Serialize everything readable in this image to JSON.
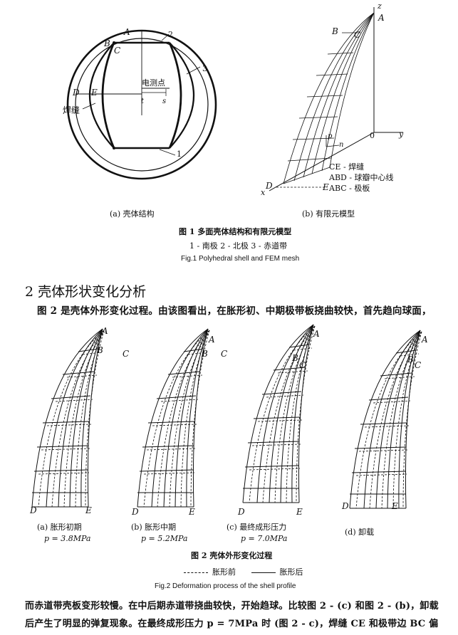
{
  "fig1": {
    "a": {
      "labels": {
        "A": "A",
        "B": "B",
        "C": "C",
        "D": "D",
        "E": "E",
        "n1": "1",
        "n2": "2",
        "n3": "3"
      },
      "measure_point": "电测点",
      "t": "t",
      "s": "s",
      "weld": "焊缝",
      "caption": "(a)  壳体结构"
    },
    "b": {
      "axes": {
        "z": "z",
        "y": "y",
        "x": "x",
        "o": "0",
        "p": "p",
        "n": "n"
      },
      "labels": {
        "A": "A",
        "B": "B",
        "C": "C",
        "D": "D",
        "E": "E"
      },
      "legend": [
        "CE - 焊缝",
        "ABD - 球瓣中心线",
        "ABC - 极板"
      ],
      "caption": "(b)  有限元模型"
    },
    "title_cn": "图 1   多面壳体结构和有限元模型",
    "parts_cn": "1 - 南极    2 - 北极    3 - 赤道带",
    "title_en": "Fig.1  Polyhedral shell and FEM mesh"
  },
  "section": {
    "heading": "2    壳体形状变化分析",
    "para1": "图 2 是壳体外形变化过程。由该图看出，在胀形初、中期极带板挠曲较快，首先趋向球面，"
  },
  "fig2": {
    "panels": [
      {
        "caption": "(a) 胀形初期",
        "pressure": "p = 3.8MPa"
      },
      {
        "caption": "(b) 胀形中期",
        "pressure": "p = 5.2MPa"
      },
      {
        "caption": "(c) 最终成形压力",
        "pressure": "p = 7.0MPa"
      },
      {
        "caption": "(d) 卸载",
        "pressure": ""
      }
    ],
    "labels": {
      "A": "A",
      "B": "B",
      "C": "C",
      "D": "D",
      "E": "E"
    },
    "title_cn": "图 2   壳体外形变化过程",
    "legend_before": "胀形前",
    "legend_after": "胀形后",
    "title_en": "Fig.2  Deformation process of the shell profile"
  },
  "para2_line1": "而赤道带壳板变形较慢。在中后期赤道带挠曲较快，开始趋球。比较图 2 - (c) 和图 2 - (b)，卸载",
  "para2_line2": "后产生了明显的弹复现象。在最终成形压力 p = 7MPa 时 (图 2 - c)，焊缝 CE 和极带边 BC 偏"
}
